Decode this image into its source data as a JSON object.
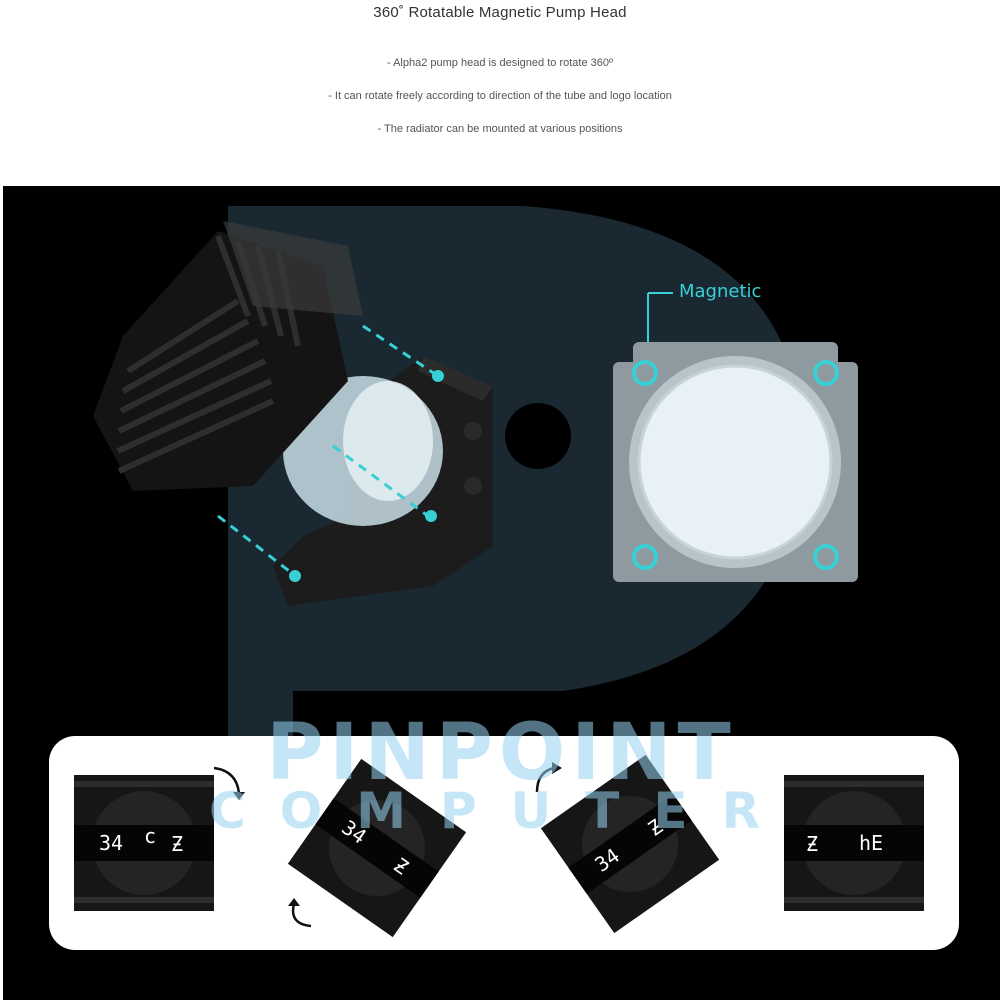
{
  "header": {
    "title": "360˚ Rotatable Magnetic Pump Head",
    "bullets": [
      "- Alpha2 pump head is designed to rotate 360º",
      "- It can rotate freely according to direction of the tube and logo location",
      "- The radiator can be mounted at various positions"
    ]
  },
  "diagram": {
    "magnetic_label": "Magnetic",
    "accent_color": "#37d0d6"
  },
  "watermark": {
    "line1": "PINPOINT",
    "line2": "COMPUTER"
  },
  "rotation_demo": {
    "display_temp": "34",
    "display_unit": "c",
    "flipped_display": "hE"
  }
}
